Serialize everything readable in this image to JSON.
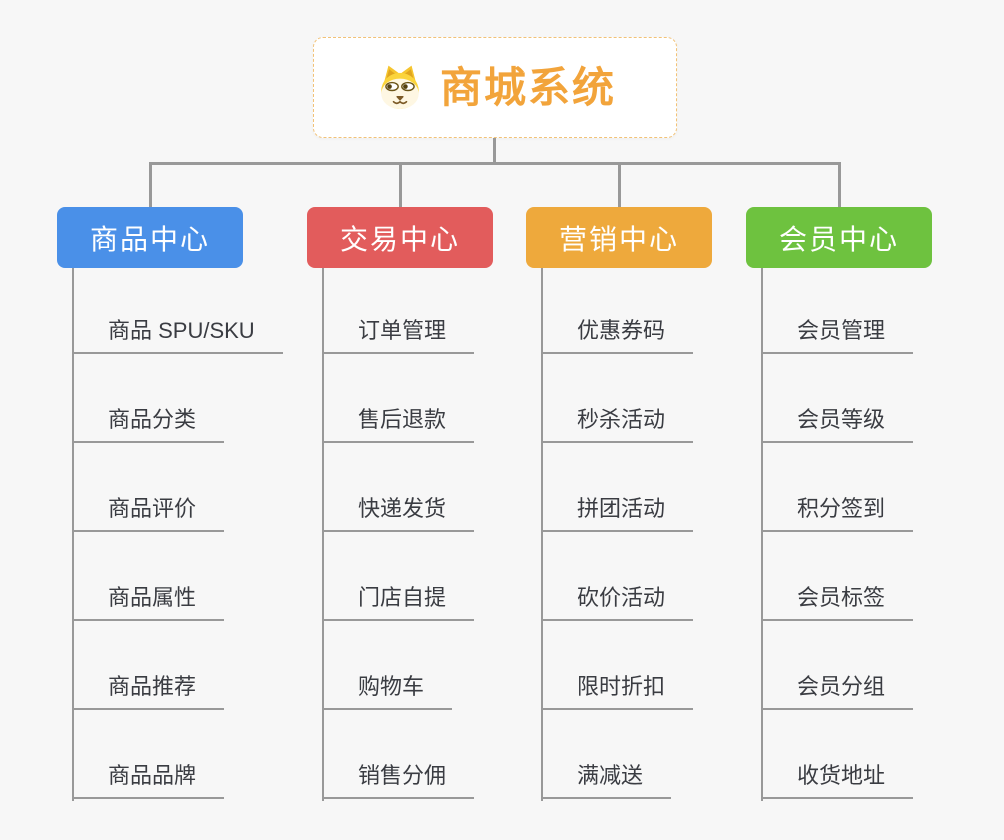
{
  "page": {
    "background": "#f7f7f7",
    "connector_color": "#999999"
  },
  "root": {
    "title": "商城系统",
    "icon": "dog-face-icon",
    "text_color": "#f2a43b",
    "border_color": "#f2c277"
  },
  "branches": [
    {
      "label": "商品中心",
      "color": "#4a90e8",
      "children": [
        "商品 SPU/SKU",
        "商品分类",
        "商品评价",
        "商品属性",
        "商品推荐",
        "商品品牌"
      ]
    },
    {
      "label": "交易中心",
      "color": "#e25c5c",
      "children": [
        "订单管理",
        "售后退款",
        "快递发货",
        "门店自提",
        "购物车",
        "销售分佣"
      ]
    },
    {
      "label": "营销中心",
      "color": "#eea93c",
      "children": [
        "优惠券码",
        "秒杀活动",
        "拼团活动",
        "砍价活动",
        "限时折扣",
        "满减送"
      ]
    },
    {
      "label": "会员中心",
      "color": "#6ec23f",
      "children": [
        "会员管理",
        "会员等级",
        "积分签到",
        "会员标签",
        "会员分组",
        "收货地址"
      ]
    }
  ]
}
